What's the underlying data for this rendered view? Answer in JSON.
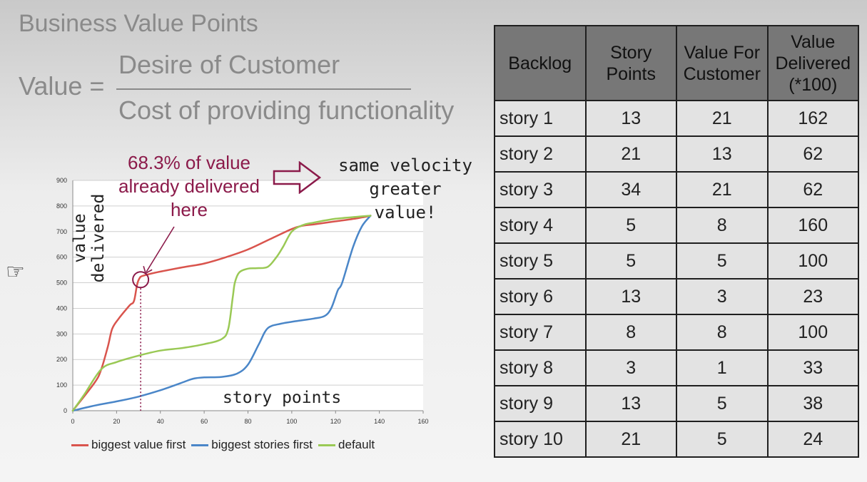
{
  "heading": {
    "title": "Business Value Points",
    "value_label": "Value =",
    "numerator": "Desire of Customer",
    "denominator": "Cost of providing functionality"
  },
  "annotations": {
    "delivered_line1": "68.3% of value",
    "delivered_line2": "already delivered",
    "delivered_line3": "here",
    "velocity_line1": "same velocity",
    "velocity_line2": "greater value!"
  },
  "colors": {
    "biggest_value_first": "#d9544d",
    "biggest_stories_first": "#4a86c8",
    "default": "#9ac955",
    "annotation": "#8b1a4a"
  },
  "cursor_icon": "pointing-hand-icon",
  "chart_data": {
    "type": "line",
    "xlabel": "story points",
    "ylabel": "value delivered",
    "xlim": [
      0,
      160
    ],
    "ylim": [
      0,
      900
    ],
    "xticks": [
      0,
      20,
      40,
      60,
      80,
      100,
      120,
      140,
      160
    ],
    "yticks": [
      0,
      100,
      200,
      300,
      400,
      500,
      600,
      700,
      800,
      900
    ],
    "grid": true,
    "legend_position": "bottom",
    "series": [
      {
        "name": "biggest value first",
        "color": "#d9544d",
        "points": [
          [
            0,
            0
          ],
          [
            10,
            110
          ],
          [
            13,
            162
          ],
          [
            16,
            250
          ],
          [
            18,
            320
          ],
          [
            21,
            360
          ],
          [
            26,
            412
          ],
          [
            28,
            430
          ],
          [
            30,
            510
          ],
          [
            34,
            532
          ],
          [
            50,
            560
          ],
          [
            60,
            575
          ],
          [
            70,
            600
          ],
          [
            80,
            630
          ],
          [
            90,
            670
          ],
          [
            100,
            710
          ],
          [
            105,
            723
          ],
          [
            110,
            728
          ],
          [
            120,
            740
          ],
          [
            130,
            752
          ],
          [
            136,
            762
          ]
        ]
      },
      {
        "name": "biggest stories first",
        "color": "#4a86c8",
        "points": [
          [
            0,
            0
          ],
          [
            10,
            20
          ],
          [
            21,
            38
          ],
          [
            30,
            55
          ],
          [
            40,
            80
          ],
          [
            50,
            110
          ],
          [
            55,
            125
          ],
          [
            60,
            130
          ],
          [
            68,
            132
          ],
          [
            75,
            145
          ],
          [
            80,
            180
          ],
          [
            85,
            260
          ],
          [
            89,
            322
          ],
          [
            95,
            340
          ],
          [
            102,
            350
          ],
          [
            110,
            360
          ],
          [
            115,
            370
          ],
          [
            118,
            400
          ],
          [
            121,
            470
          ],
          [
            123,
            500
          ],
          [
            128,
            640
          ],
          [
            132,
            720
          ],
          [
            136,
            762
          ]
        ]
      },
      {
        "name": "default",
        "color": "#9ac955",
        "points": [
          [
            0,
            0
          ],
          [
            5,
            60
          ],
          [
            13,
            162
          ],
          [
            20,
            190
          ],
          [
            30,
            215
          ],
          [
            40,
            235
          ],
          [
            50,
            245
          ],
          [
            60,
            260
          ],
          [
            68,
            280
          ],
          [
            71,
            320
          ],
          [
            73,
            440
          ],
          [
            74,
            500
          ],
          [
            76,
            540
          ],
          [
            80,
            555
          ],
          [
            84,
            557
          ],
          [
            89,
            562
          ],
          [
            93,
            600
          ],
          [
            96,
            640
          ],
          [
            100,
            700
          ],
          [
            105,
            725
          ],
          [
            110,
            735
          ],
          [
            120,
            750
          ],
          [
            130,
            758
          ],
          [
            136,
            762
          ]
        ]
      }
    ],
    "marker": {
      "x": 31,
      "y": 512
    },
    "marker_line_x": 31
  },
  "table": {
    "headers": [
      "Backlog",
      "Story Points",
      "Value For Customer",
      "Value Delivered (*100)"
    ],
    "rows": [
      [
        "story 1",
        "13",
        "21",
        "162"
      ],
      [
        "story 2",
        "21",
        "13",
        "62"
      ],
      [
        "story 3",
        "34",
        "21",
        "62"
      ],
      [
        "story 4",
        "5",
        "8",
        "160"
      ],
      [
        "story 5",
        "5",
        "5",
        "100"
      ],
      [
        "story 6",
        "13",
        "3",
        "23"
      ],
      [
        "story 7",
        "8",
        "8",
        "100"
      ],
      [
        "story 8",
        "3",
        "1",
        "33"
      ],
      [
        "story 9",
        "13",
        "5",
        "38"
      ],
      [
        "story 10",
        "21",
        "5",
        "24"
      ]
    ]
  }
}
